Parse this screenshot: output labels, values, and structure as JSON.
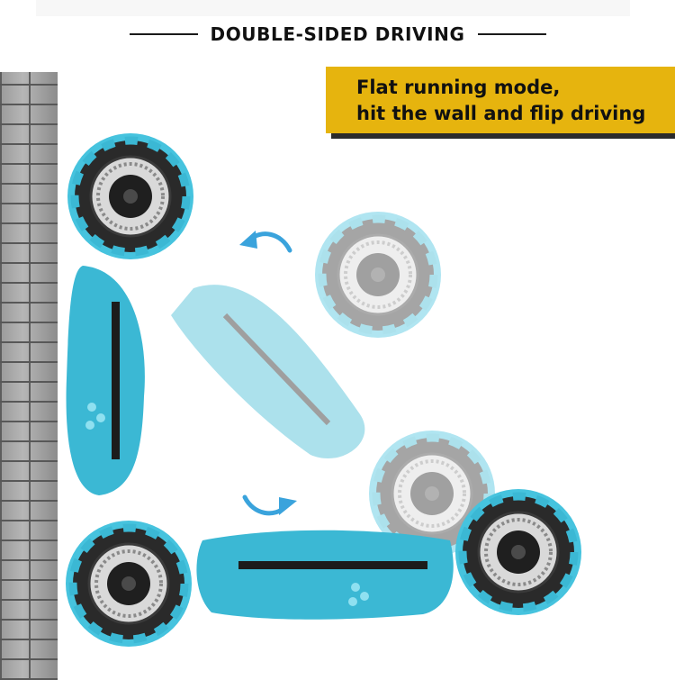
{
  "header": {
    "title": "DOUBLE-SIDED DRIVING"
  },
  "banner": {
    "line1": "Flat running mode,",
    "line2": "hit the wall and flip driving"
  },
  "colors": {
    "car_body": "#3bb8d4",
    "tire": "#2a2a2a",
    "banner": "#e6b40e",
    "arrow": "#3aa3dc"
  },
  "icons": {
    "rotate_top": "curved-arrow-left-icon",
    "rotate_bottom": "curved-arrow-right-icon"
  }
}
